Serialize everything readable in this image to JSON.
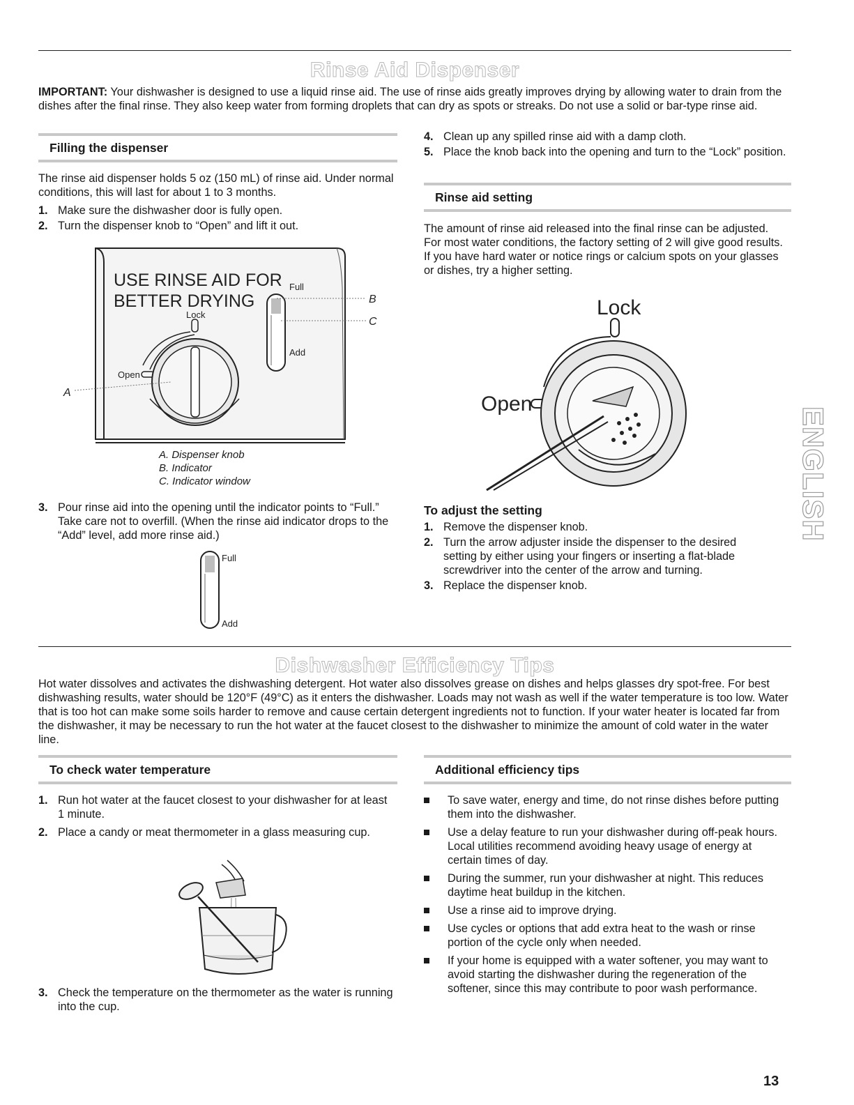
{
  "rinse_aid": {
    "title": "Rinse Aid Dispenser",
    "important_label": "IMPORTANT:",
    "important_text": " Your dishwasher is designed to use a liquid rinse aid. The use of rinse aids greatly improves drying by allowing water to drain from the dishes after the final rinse. They also keep water from forming droplets that can dry as spots or streaks. Do not use a solid or bar-type rinse aid.",
    "filling": {
      "heading": "Filling the dispenser",
      "intro": "The rinse aid dispenser holds 5 oz (150 mL) of rinse aid. Under normal conditions, this will last for about 1 to 3 months.",
      "steps": [
        {
          "num": "1.",
          "text": "Make sure the dishwasher door is fully open."
        },
        {
          "num": "2.",
          "text": "Turn the dispenser knob to “Open” and lift it out."
        }
      ],
      "figure": {
        "panel_line1": "USE RINSE AID FOR",
        "panel_line2": "BETTER DRYING",
        "lock": "Lock",
        "open": "Open",
        "full": "Full",
        "add": "Add",
        "callout_a": "A",
        "callout_b": "B",
        "callout_c": "C"
      },
      "captions": [
        "A. Dispenser knob",
        "B. Indicator",
        "C. Indicator window"
      ],
      "step3": {
        "num": "3.",
        "text": "Pour rinse aid into the opening until the indicator points to “Full.” Take care not to overfill. (When the rinse aid indicator drops to the “Add” level, add more rinse aid.)"
      },
      "indicator_full": "Full",
      "indicator_add": "Add"
    },
    "right_steps": [
      {
        "num": "4.",
        "text": "Clean up any spilled rinse aid with a damp cloth."
      },
      {
        "num": "5.",
        "text": "Place the knob back into the opening and turn to the “Lock” position."
      }
    ],
    "setting": {
      "heading": "Rinse aid setting",
      "text": "The amount of rinse aid released into the final rinse can be adjusted. For most water conditions, the factory setting of 2 will give good results. If you have hard water or notice rings or calcium spots on your glasses or dishes, try a higher setting.",
      "figure_lock": "Lock",
      "figure_open": "Open",
      "adjust_heading": "To adjust the setting",
      "adjust_steps": [
        {
          "num": "1.",
          "text": "Remove the dispenser knob."
        },
        {
          "num": "2.",
          "text": "Turn the arrow adjuster inside the dispenser to the desired setting by either using your fingers or inserting a flat-blade screwdriver into the center of the arrow and turning."
        },
        {
          "num": "3.",
          "text": "Replace the dispenser knob."
        }
      ]
    }
  },
  "efficiency": {
    "title": "Dishwasher Efficiency Tips",
    "intro": "Hot water dissolves and activates the dishwashing detergent. Hot water also dissolves grease on dishes and helps glasses dry spot-free. For best dishwashing results, water should be 120°F (49°C) as it enters the dishwasher. Loads may not wash as well if the water temperature is too low. Water that is too hot can make some soils harder to remove and cause certain detergent ingredients not to function. If your water heater is located far from the dishwasher, it may be necessary to run the hot water at the faucet closest to the dishwasher to minimize the amount of cold water in the water line.",
    "check": {
      "heading": "To check water temperature",
      "steps": [
        {
          "num": "1.",
          "text": "Run hot water at the faucet closest to your dishwasher for at least 1 minute."
        },
        {
          "num": "2.",
          "text": "Place a candy or meat thermometer in a glass measuring cup."
        }
      ],
      "step3": {
        "num": "3.",
        "text": "Check the temperature on the thermometer as the water is running into the cup."
      }
    },
    "additional": {
      "heading": "Additional efficiency tips",
      "tips": [
        "To save water, energy and time, do not rinse dishes before putting them into the dishwasher.",
        "Use a delay feature to run your dishwasher during off-peak hours. Local utilities recommend avoiding heavy usage of energy at certain times of day.",
        "During the summer, run your dishwasher at night. This reduces daytime heat buildup in the kitchen.",
        "Use a rinse aid to improve drying.",
        "Use cycles or options that add extra heat to the wash or rinse portion of the cycle only when needed.",
        "If your home is equipped with a water softener, you may want to avoid starting the dishwasher during the regeneration of the softener, since this may contribute to poor wash performance."
      ]
    }
  },
  "side_tab": "ENGLISH",
  "page_number": "13"
}
